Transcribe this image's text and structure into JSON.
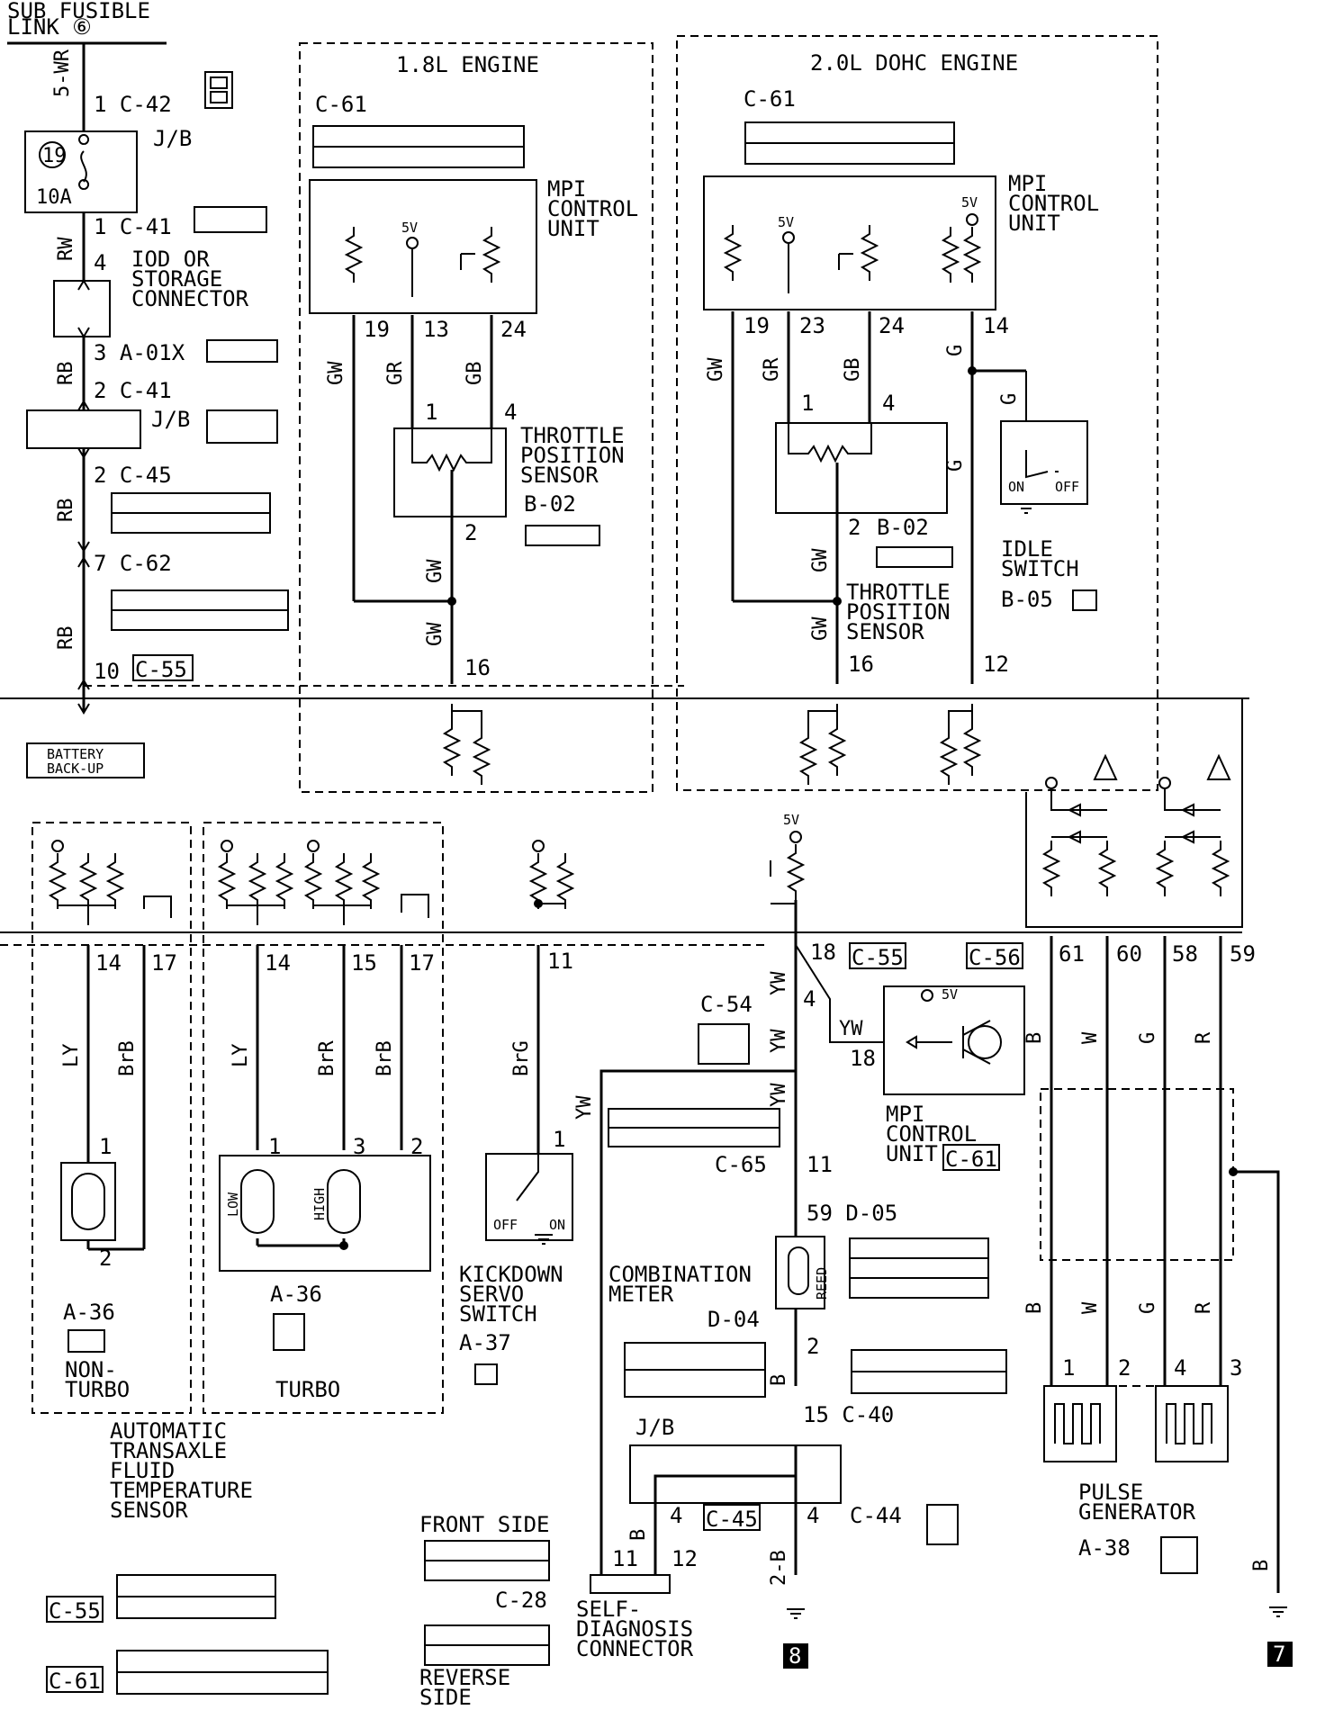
{
  "top": {
    "sub_fusible_1": "SUB FUSIBLE",
    "sub_fusible_2": "LINK ⑥",
    "wire_5wr": "5-WR",
    "c42": "1 C-42",
    "jb1": "J/B",
    "fuse_num": "19",
    "fuse_amp": "10A",
    "c41a": "1 C-41",
    "wire_rw": "RW",
    "iod_num": "4",
    "iod_1": "IOD OR",
    "iod_2": "STORAGE",
    "iod_3": "CONNECTOR",
    "wire_rb1": "RB",
    "a01x": "3 A-01X",
    "c41b": "2 C-41",
    "jb2": "J/B",
    "c45": "2 C-45",
    "wire_rb2": "RB",
    "c62": "7 C-62",
    "wire_rb3": "RB",
    "num10": "10",
    "c55": "C-55",
    "battery_1": "BATTERY",
    "battery_2": "BACK-UP"
  },
  "engine18": {
    "title": "1.8L ENGINE",
    "c61": "C-61",
    "mpi_1": "MPI",
    "mpi_2": "CONTROL",
    "mpi_3": "UNIT",
    "v5": "5V",
    "pin19": "19",
    "pin13": "13",
    "pin24": "24",
    "wire_gw": "GW",
    "wire_gr": "GR",
    "wire_gb": "GB",
    "tp_1": "1",
    "tp_4": "4",
    "tps_1": "THROTTLE",
    "tps_2": "POSITION",
    "tps_3": "SENSOR",
    "b02": "B-02",
    "tp_2": "2",
    "wire_gw2": "GW",
    "wire_gw3": "GW",
    "pin16": "16"
  },
  "engine20": {
    "title": "2.0L DOHC ENGINE",
    "c61": "C-61",
    "mpi_1": "MPI",
    "mpi_2": "CONTROL",
    "mpi_3": "UNIT",
    "v5": "5V",
    "v5b": "5V",
    "pin19": "19",
    "pin23": "23",
    "pin24": "24",
    "pin14": "14",
    "wire_gw": "GW",
    "wire_gr": "GR",
    "wire_gb": "GB",
    "wire_g1": "G",
    "wire_g2": "G",
    "wire_g3": "G",
    "tp_1": "1",
    "tp_4": "4",
    "tp_2": "2",
    "b02": "B-02",
    "tps_1": "THROTTLE",
    "tps_2": "POSITION",
    "tps_3": "SENSOR",
    "wire_gw2": "GW",
    "wire_gw3": "GW",
    "pin16": "16",
    "pin12": "12",
    "on": "ON",
    "off": "OFF",
    "idle_1": "IDLE",
    "idle_2": "SWITCH",
    "b05": "B-05"
  },
  "lower": {
    "pin14a": "14",
    "pin17a": "17",
    "wire_ly1": "LY",
    "wire_brb1": "BrB",
    "nt_1": "1",
    "nt_2": "2",
    "a36a": "A-36",
    "nonturbo_1": "NON-",
    "nonturbo_2": "TURBO",
    "pin14b": "14",
    "pin15": "15",
    "pin17b": "17",
    "wire_ly2": "LY",
    "wire_brr": "BrR",
    "wire_brb2": "BrB",
    "t_1": "1",
    "t_3": "3",
    "t_2": "2",
    "low": "LOW",
    "high": "HIGH",
    "a36b": "A-36",
    "turbo": "TURBO",
    "atf_1": "AUTOMATIC",
    "atf_2": "TRANSAXLE",
    "atf_3": "FLUID",
    "atf_4": "TEMPERATURE",
    "atf_5": "SENSOR",
    "pin11": "11",
    "wire_brg": "BrG",
    "ks_1": "1",
    "off": "OFF",
    "on": "ON",
    "kick_1": "KICKDOWN",
    "kick_2": "SERVO",
    "kick_3": "SWITCH",
    "a37": "A-37",
    "v5": "5V",
    "pin18": "18",
    "c55": "C-55",
    "c56": "C-56",
    "wire_yw1": "YW",
    "num4": "4",
    "c54": "C-54",
    "wire_yw2": "YW",
    "num18b": "18",
    "v5b": "5V",
    "mpi_1": "MPI",
    "mpi_2": "CONTROL",
    "mpi_3": "UNIT",
    "c61": "C-61",
    "wire_yw3": "YW",
    "wire_yw4": "YW",
    "wire_yw5": "YW",
    "c65": "C-65",
    "num11": "11",
    "d05": "59 D-05",
    "reed": "REED",
    "comb_1": "COMBINATION",
    "comb_2": "METER",
    "d04": "D-04",
    "num2": "2",
    "wire_b1": "B",
    "c40": "15 C-40",
    "jb": "J/B",
    "num4b": "4",
    "c45": "C-45",
    "num4c": "4",
    "c44": "C-44",
    "wire_b2": "B",
    "wire_2b": "2-B",
    "num11b": "11",
    "num12": "12",
    "sd_1": "SELF-",
    "sd_2": "DIAGNOSIS",
    "sd_3": "CONNECTOR",
    "ground8": "8",
    "front_side": "FRONT SIDE",
    "c28": "C-28",
    "rev_1": "REVERSE",
    "rev_2": "SIDE",
    "c55b": "C-55",
    "c61b": "C-61",
    "pin61": "61",
    "pin60": "60",
    "pin58": "58",
    "pin59": "59",
    "wire_b3": "B",
    "wire_w1": "W",
    "wire_g1": "G",
    "wire_r1": "R",
    "wire_b4": "B",
    "wire_w2": "W",
    "wire_g2": "G",
    "wire_r2": "R",
    "pg_1": "1",
    "pg_2": "2",
    "pg_4": "4",
    "pg_3": "3",
    "pulse_1": "PULSE",
    "pulse_2": "GENERATOR",
    "a38": "A-38",
    "wire_b5": "B",
    "ground7": "7"
  }
}
